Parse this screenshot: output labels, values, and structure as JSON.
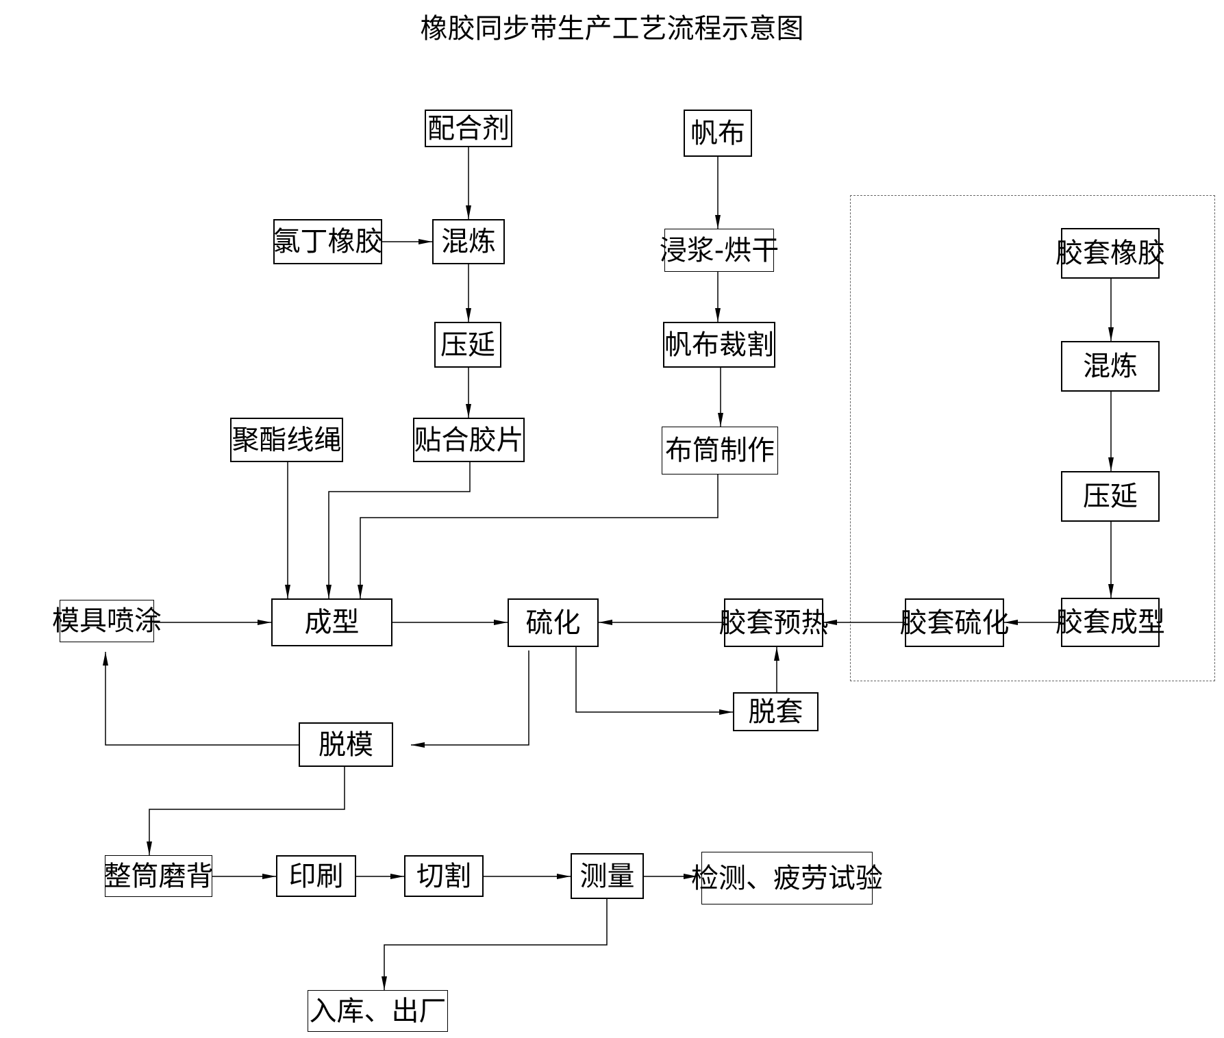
{
  "title": "橡胶同步带生产工艺流程示意图",
  "nodes": {
    "peihe": "配合剂",
    "fanbu": "帆布",
    "luding": "氯丁橡胶",
    "hunlian": "混炼",
    "jinjiang": "浸浆-烘干",
    "yayan": "压延",
    "fanbucaige": "帆布裁割",
    "juzhi": "聚酯线绳",
    "tiehe": "贴合胶片",
    "butong": "布筒制作",
    "mojupen": "模具喷涂",
    "chengxing": "成型",
    "liuhua": "硫化",
    "jiaotaoyure": "胶套预热",
    "jiaotaoliuhua": "胶套硫化",
    "jiaotaochengxing": "胶套成型",
    "tuotao": "脱套",
    "tuomo": "脱模",
    "zhengtong": "整筒磨背",
    "yinshua": "印刷",
    "qiege": "切割",
    "celiang": "测量",
    "jiance": "检测、疲劳试验",
    "ruku": "入库、出厂",
    "jiaotaoxiangjiao": "胶套橡胶",
    "hunlian2": "混炼",
    "yayan2": "压延"
  }
}
